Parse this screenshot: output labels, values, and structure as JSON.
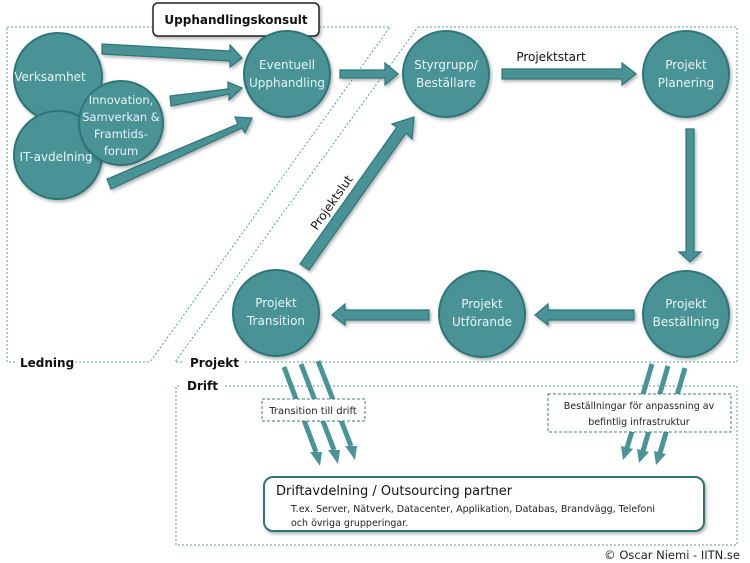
{
  "zones": {
    "ledning": "Ledning",
    "projekt": "Projekt",
    "drift": "Drift"
  },
  "consultant_box": "Upphandlingskonsult",
  "nodes": {
    "verksamhet": [
      "Verksamhet"
    ],
    "it_avdelning": [
      "IT-avdelning"
    ],
    "innovation": [
      "Innovation,",
      "Samverkan &",
      "Framtids-",
      "forum"
    ],
    "upphandling": [
      "Eventuell",
      "Upphandling"
    ],
    "styrgrupp": [
      "Styrgrupp/",
      "Beställare"
    ],
    "planering": [
      "Projekt",
      "Planering"
    ],
    "bestallning": [
      "Projekt",
      "Beställning"
    ],
    "utforande": [
      "Projekt",
      "Utförande"
    ],
    "transition": [
      "Projekt",
      "Transition"
    ]
  },
  "arrow_labels": {
    "projektstart": "Projektstart",
    "projektslut": "Projektslut"
  },
  "notes": {
    "transition_till_drift": "Transition till drift",
    "bestallningar": [
      "Beställningar för anpassning av",
      "befintlig infrastruktur"
    ]
  },
  "drift_box": {
    "title": "Driftavdelning / Outsourcing partner",
    "lines": [
      "T.ex. Server, Nätverk, Datacenter, Applikation, Databas, Brandvägg, Telefoni",
      "och övriga grupperingar."
    ]
  },
  "copyright": "© Oscar Niemi - IITN.se",
  "colors": {
    "node_fill": "#4a9396",
    "node_stroke": "#2f7478",
    "zone_border": "#5a9ea4"
  }
}
